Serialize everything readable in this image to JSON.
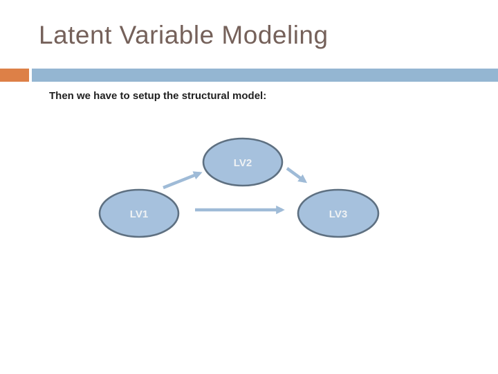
{
  "slide": {
    "title": "Latent Variable Modeling",
    "body_text": "Then we have to setup the structural model:"
  },
  "diagram": {
    "nodes": [
      {
        "id": "lv1",
        "label": "LV1"
      },
      {
        "id": "lv2",
        "label": "LV2"
      },
      {
        "id": "lv3",
        "label": "LV3"
      }
    ],
    "edges": [
      {
        "from": "LV1",
        "to": "LV2"
      },
      {
        "from": "LV1",
        "to": "LV3"
      },
      {
        "from": "LV2",
        "to": "LV3"
      }
    ]
  },
  "colors": {
    "background": "#FFFFFF",
    "title_text": "#75615A",
    "accent_orange": "#DD8047",
    "accent_blue": "#94B6D2",
    "body_text": "#1F1F1F",
    "node_fill": "#A6C1DD",
    "node_border": "#5E7081",
    "node_label": "#EFF2F4",
    "arrow": "#9FBBD7"
  }
}
